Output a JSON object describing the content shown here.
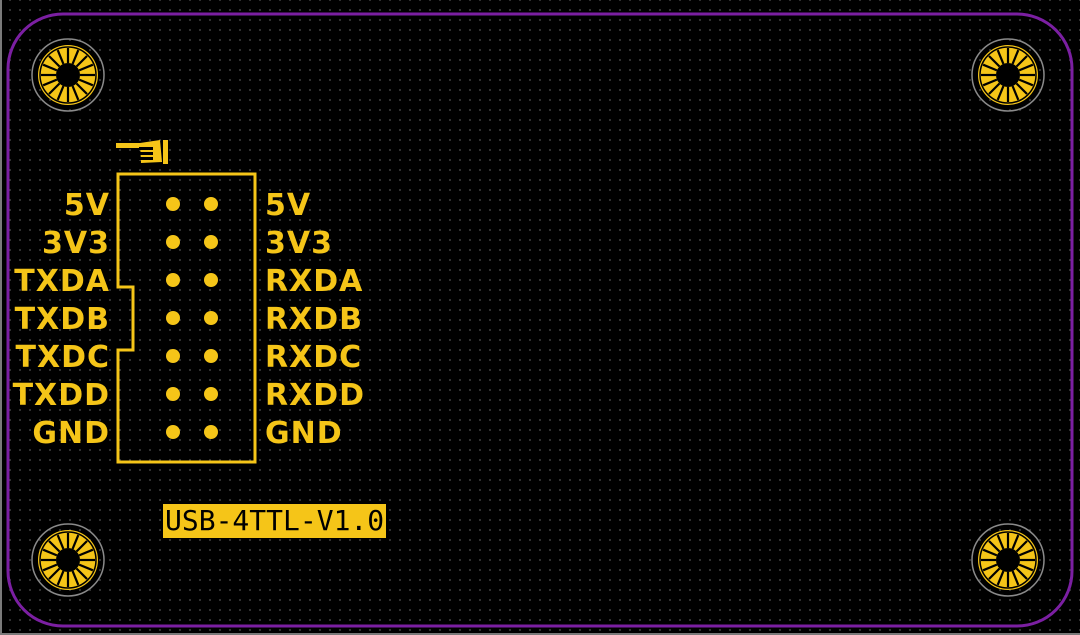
{
  "board": {
    "outline_color": "#7B1FA2",
    "silkscreen_color": "#F5C518",
    "background_color": "#000000"
  },
  "header": {
    "left_pins": [
      "5V",
      "3V3",
      "TXDA",
      "TXDB",
      "TXDC",
      "TXDD",
      "GND"
    ],
    "right_pins": [
      "5V",
      "3V3",
      "RXDA",
      "RXDB",
      "RXDC",
      "RXDD",
      "GND"
    ],
    "pin1_marker_icon": "pointing-hand-icon"
  },
  "version_label": "USB-4TTL-V1.0",
  "mounting_holes": [
    "top-left",
    "top-right",
    "bottom-left",
    "bottom-right"
  ]
}
